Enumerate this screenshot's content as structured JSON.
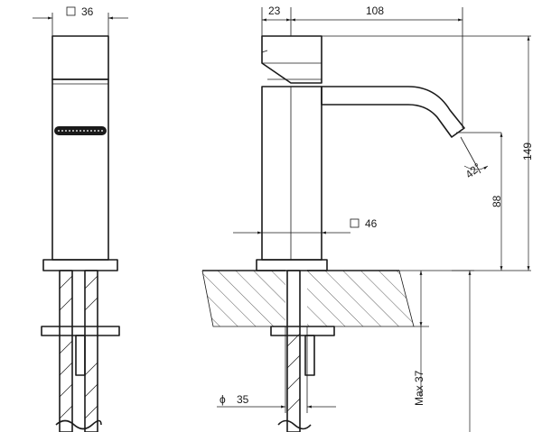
{
  "front_view": {
    "width_dim": "36"
  },
  "side_view": {
    "handle_offset_dim": "23",
    "spout_reach_dim": "108",
    "total_height_dim": "149",
    "spout_height_dim": "88",
    "spout_angle_dim": "42°",
    "body_section_dim": "46",
    "hole_diameter_dim": "35",
    "max_thickness_dim": "Max 37"
  },
  "symbols": {
    "square": "□",
    "diameter": "ϕ"
  }
}
